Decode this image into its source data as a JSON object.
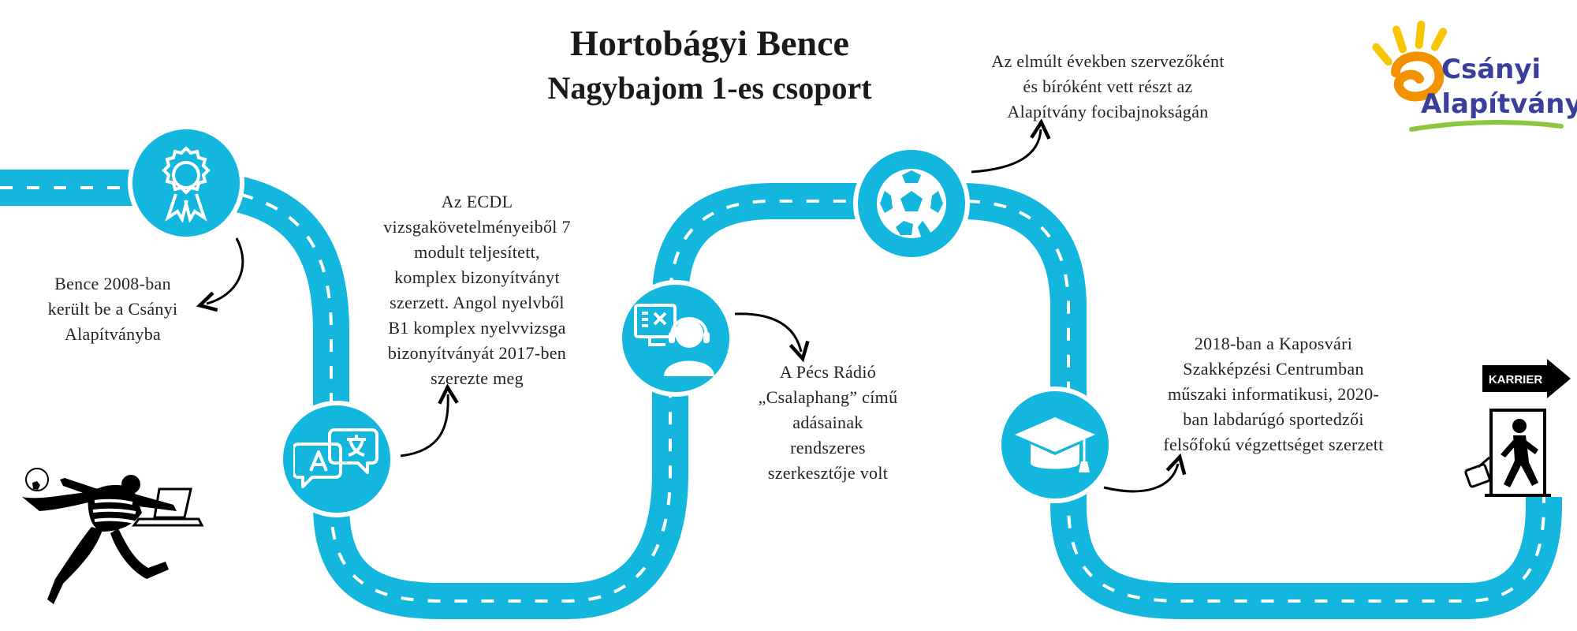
{
  "header": {
    "title": "Hortobágyi Bence",
    "subtitle": "Nagybajom 1-es csoport"
  },
  "logo": {
    "line1": "Csányi",
    "line2": "Alapítvány"
  },
  "milestones": [
    {
      "icon": "award-ribbon-icon",
      "text": "Bence 2008-ban került be a Csányi Alapítványba"
    },
    {
      "icon": "translate-speech-icon",
      "text": "Az ECDL vizsgakövetelményeiből 7 modult teljesített, komplex bizonyítványt szerzett. Angol nyelvből B1 komplex nyelvvizsga bizonyítványát 2017-ben szerezte meg"
    },
    {
      "icon": "radio-editor-icon",
      "text": "A Pécs Rádió „Csalaphang” című adásainak rendszeres szerkesztője volt"
    },
    {
      "icon": "soccer-ball-icon",
      "text": "Az elmúlt években szervezőként és bíróként vett részt az Alapítvány focibajnokságán"
    },
    {
      "icon": "graduation-cap-icon",
      "text": "2018-ban a Kaposvári Szakképzési Centrumban műszaki informatikusi, 2020-ban labdarúgó sportedzői felsőfokú végzettséget szerzett"
    }
  ],
  "captions": {
    "c1": [
      "Bence 2008-ban",
      "került be a Csányi",
      "Alapítványba"
    ],
    "c2": [
      "Az ECDL",
      "vizsgakövetelményeiből 7",
      "modult teljesített,",
      "komplex bizonyítványt",
      "szerzett. Angol nyelvből",
      "B1 komplex nyelvvizsga",
      "bizonyítványát 2017-ben",
      "szerezte meg"
    ],
    "c3": [
      "A Pécs Rádió",
      "„Csalaphang” című",
      "adásainak",
      "rendszeres",
      "szerkesztője volt"
    ],
    "c4": [
      "Az elmúlt években szervezőként",
      "és bíróként vett részt az",
      "Alapítvány focibajnokságán"
    ],
    "c5": [
      "2018-ban a Kaposvári",
      "Szakképzési Centrumban",
      "műszaki informatikusi, 2020-",
      "ban labdarúgó sportedzői",
      "felsőfokú végzettséget szerzett"
    ]
  },
  "karrier_sign": "KARRIER",
  "colors": {
    "road": "#13b6dd",
    "dash": "#ffffff",
    "text": "#222222",
    "logo_blue": "#3a3f9e",
    "logo_orange": "#f39200",
    "logo_yellow": "#f7c600",
    "logo_green": "#8cc63f"
  }
}
